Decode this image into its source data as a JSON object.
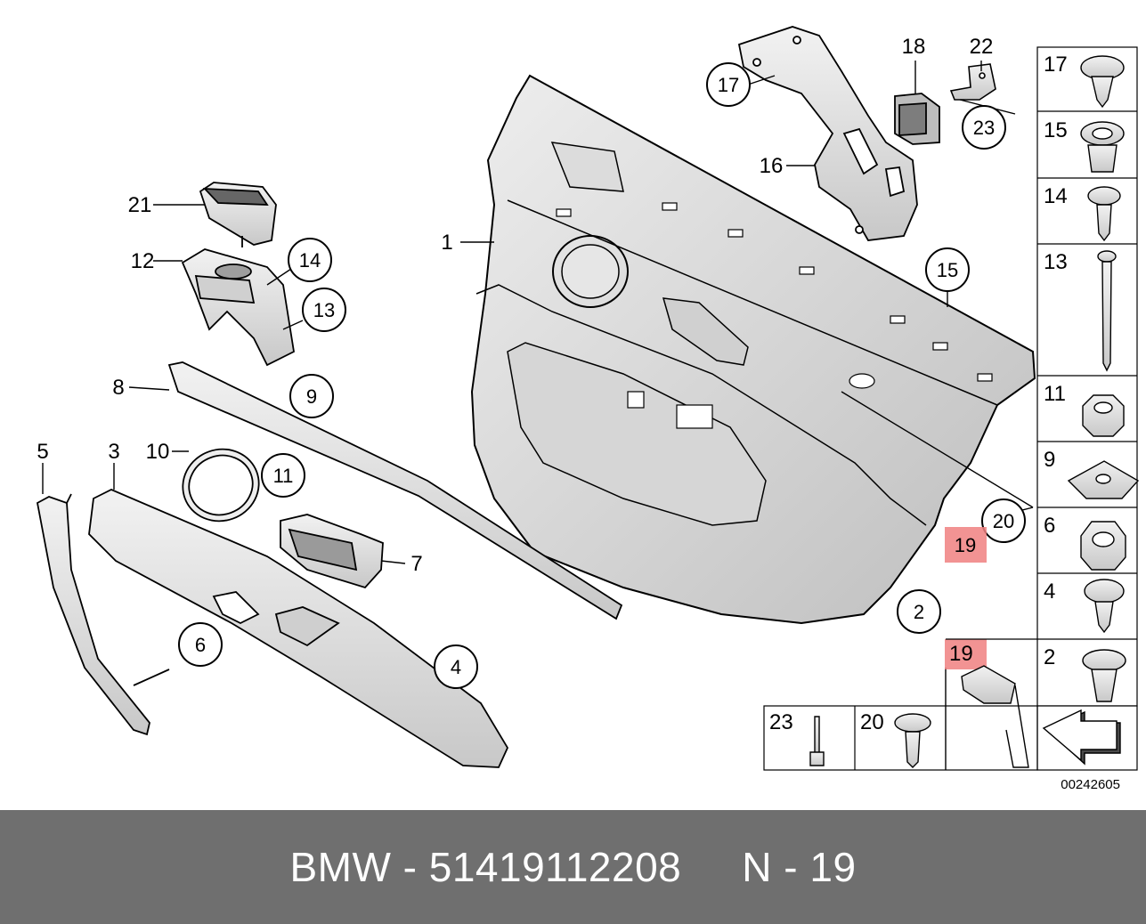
{
  "diagram": {
    "code": "00242605",
    "callouts": [
      "1",
      "2",
      "3",
      "4",
      "5",
      "6",
      "7",
      "8",
      "9",
      "10",
      "11",
      "12",
      "13",
      "14",
      "15",
      "16",
      "17",
      "18",
      "19",
      "20",
      "21",
      "22",
      "23"
    ],
    "side_panel": [
      "17",
      "15",
      "14",
      "13",
      "11",
      "9",
      "6",
      "4",
      "2"
    ],
    "bottom_panel": [
      "23",
      "20",
      "19"
    ],
    "highlight_color": "#f08080"
  },
  "footer": {
    "brand": "BMW",
    "dash1": "-",
    "part_number": "51419112208",
    "position_label": "N",
    "dash2": "-",
    "position_number": "19"
  }
}
